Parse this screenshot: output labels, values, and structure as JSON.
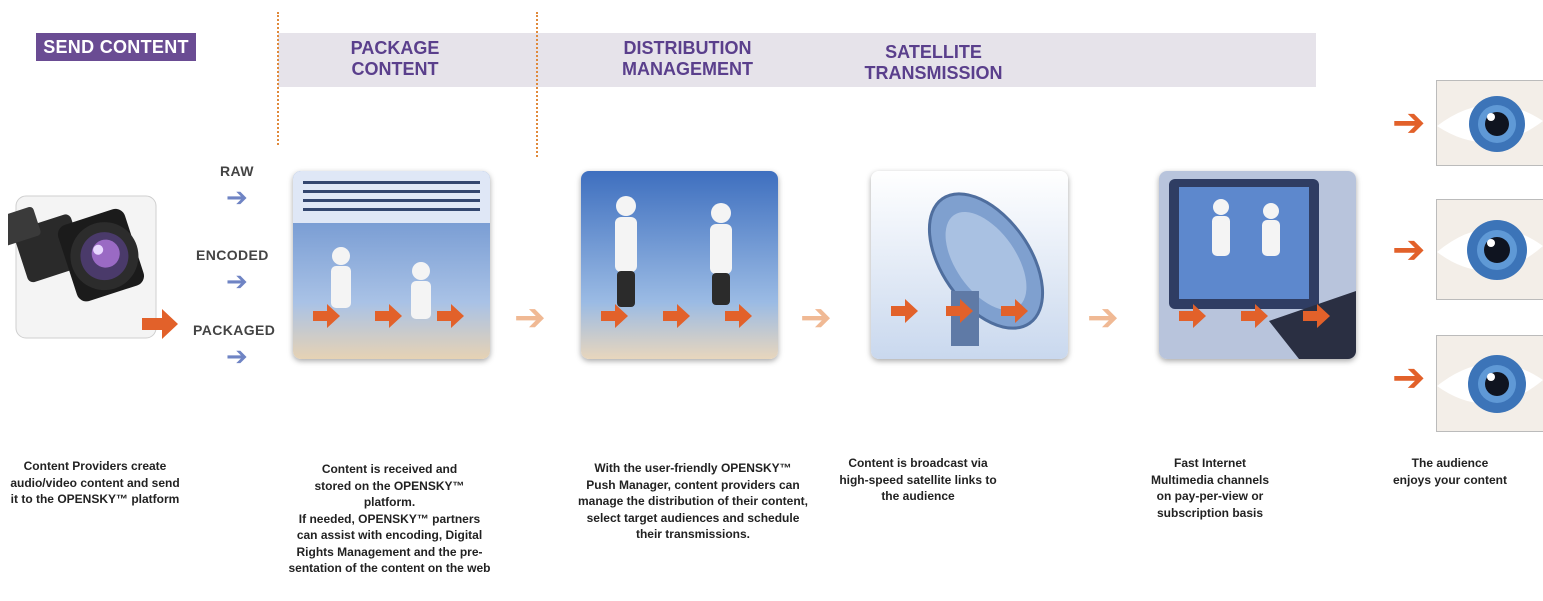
{
  "header": {
    "send_content": "SEND CONTENT",
    "stages": [
      {
        "line1": "PACKAGE",
        "line2": "CONTENT"
      },
      {
        "line1": "DISTRIBUTION",
        "line2": "MANAGEMENT"
      },
      {
        "line1": "SATELLITE",
        "line2": "TRANSMISSION"
      }
    ]
  },
  "formats": [
    "RAW",
    "ENCODED",
    "PACKAGED"
  ],
  "captions": {
    "send": [
      "Content Providers create",
      "audio/video content and send",
      "it to the OPENSKY™ platform"
    ],
    "package": [
      "Content is received and",
      "stored on the OPENSKY™",
      "platform.",
      "If needed, OPENSKY™ partners",
      "can assist with encoding, Digital",
      "Rights Management and the pre-",
      "sentation of the content on the web"
    ],
    "distribution": [
      "With the user-friendly OPENSKY™",
      "Push Manager, content providers can",
      "manage the distribution of their content,",
      "select target audiences and schedule",
      "their transmissions."
    ],
    "satellite": [
      "Content is broadcast via",
      "high-speed satellite links to",
      "the audience"
    ],
    "internet": [
      "Fast Internet",
      "Multimedia channels",
      "on pay-per-view or",
      "subscription basis"
    ],
    "audience": [
      "The audience",
      "enjoys your content"
    ]
  },
  "colors": {
    "accent_purple": "#6a4c93",
    "title_purple": "#5a3f8c",
    "band": "#e6e3ea",
    "arrow_orange": "#e2612a",
    "arrow_light_orange": "#f0b994",
    "arrow_blue": "#6f84c4",
    "dotted_orange": "#e08a3c"
  },
  "icons": {
    "camera": "camera-icon",
    "package_photo": "binary-runners-image",
    "distribution_photo": "runners-image",
    "satellite_photo": "satellite-dish-image",
    "internet_photo": "monitor-runners-image",
    "eye": "eye-icon",
    "arrow": "arrow-right-icon"
  }
}
